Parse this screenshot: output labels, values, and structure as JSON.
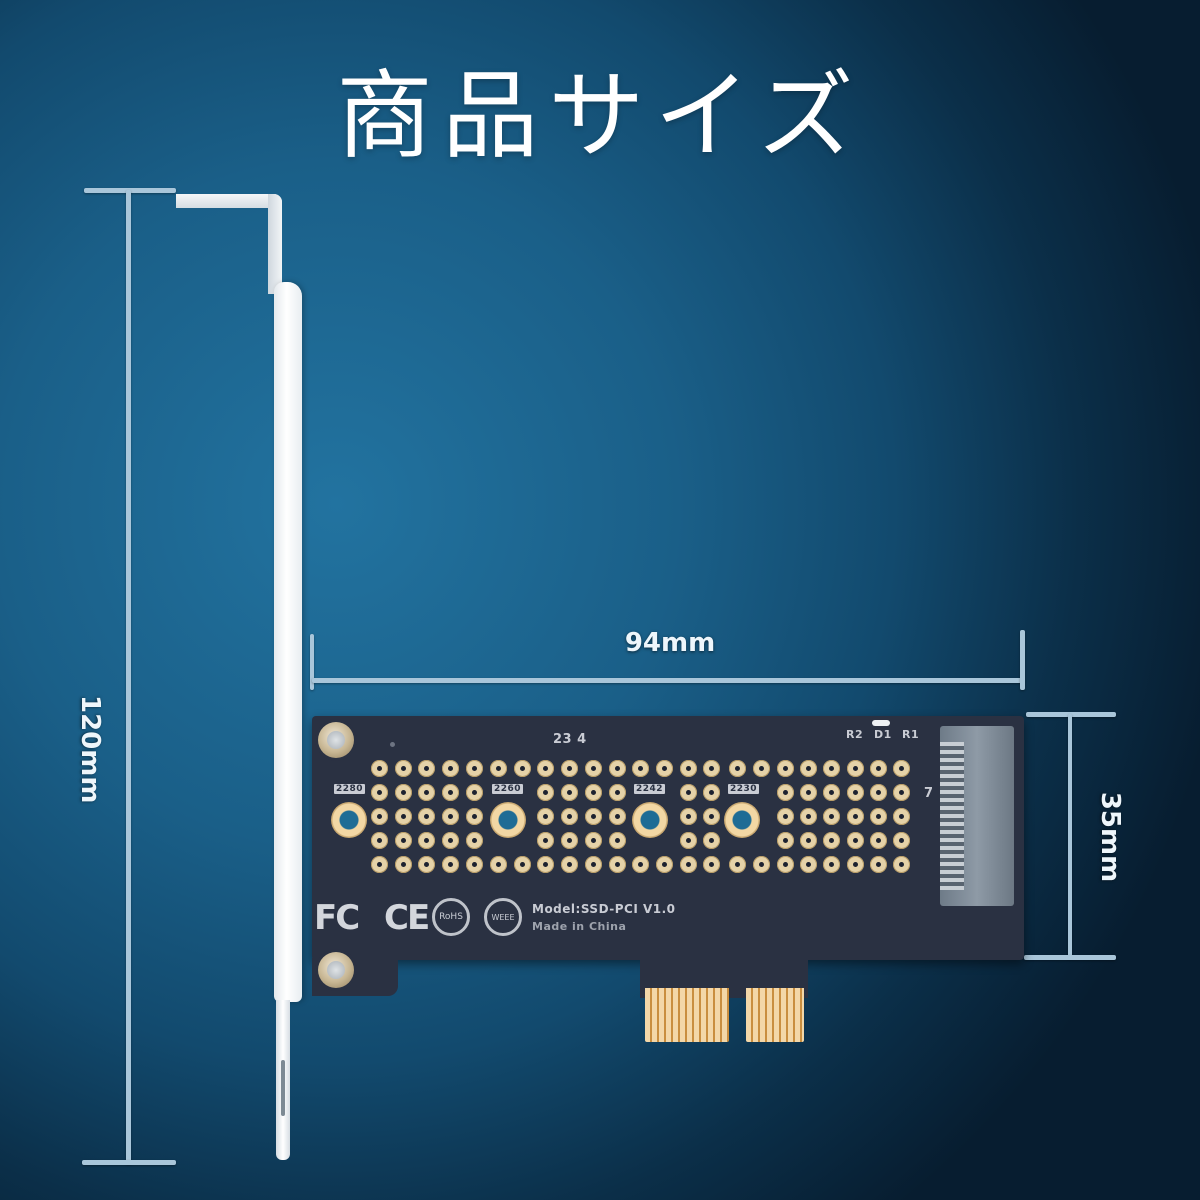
{
  "title": "商品サイズ",
  "product": {
    "type": "PCIe x1 to M.2 NVMe SSD adapter card",
    "bracket": "full-height PCI bracket"
  },
  "dimensions": {
    "height": {
      "label": "120mm",
      "value": 120,
      "unit": "mm"
    },
    "length": {
      "label": "94mm",
      "value": 94,
      "unit": "mm"
    },
    "width": {
      "label": "35mm",
      "value": 35,
      "unit": "mm"
    }
  },
  "pcb": {
    "silkscreen": {
      "top_mark": "23 4",
      "size_marks": [
        "2280",
        "2260",
        "2242",
        "2230"
      ],
      "led_labels": [
        "R2",
        "D1",
        "R1"
      ],
      "connector_mark": "7",
      "model_line": "Model:SSD-PCI V1.0",
      "origin_line": "Made in China"
    },
    "certifications": [
      "FC",
      "CE",
      "RoHS",
      "WEEE"
    ]
  },
  "colors": {
    "background_light": "#2273a0",
    "background_dark": "#071d30",
    "pcb": "#2a3142",
    "gold": "#e5d2a8",
    "dimension_line": "#a9c6da",
    "text": "#ffffff"
  }
}
